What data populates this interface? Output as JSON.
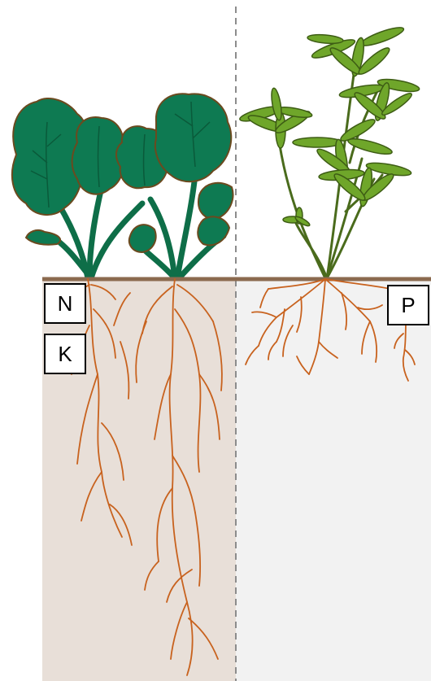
{
  "colors": {
    "left_soil": "#e8dfd8",
    "right_soil": "#f2f2f2",
    "soil_line": "#8b6a4f",
    "divider": "#8c8c8c",
    "root": "#c8621e",
    "kale_leaf": "#0e7a52",
    "kale_edge": "#6b4a1f",
    "lupin_leaf": "#6fa62a",
    "lupin_stem": "#4a6b1c"
  },
  "labels": {
    "n": "N",
    "k": "K",
    "p": "P"
  }
}
